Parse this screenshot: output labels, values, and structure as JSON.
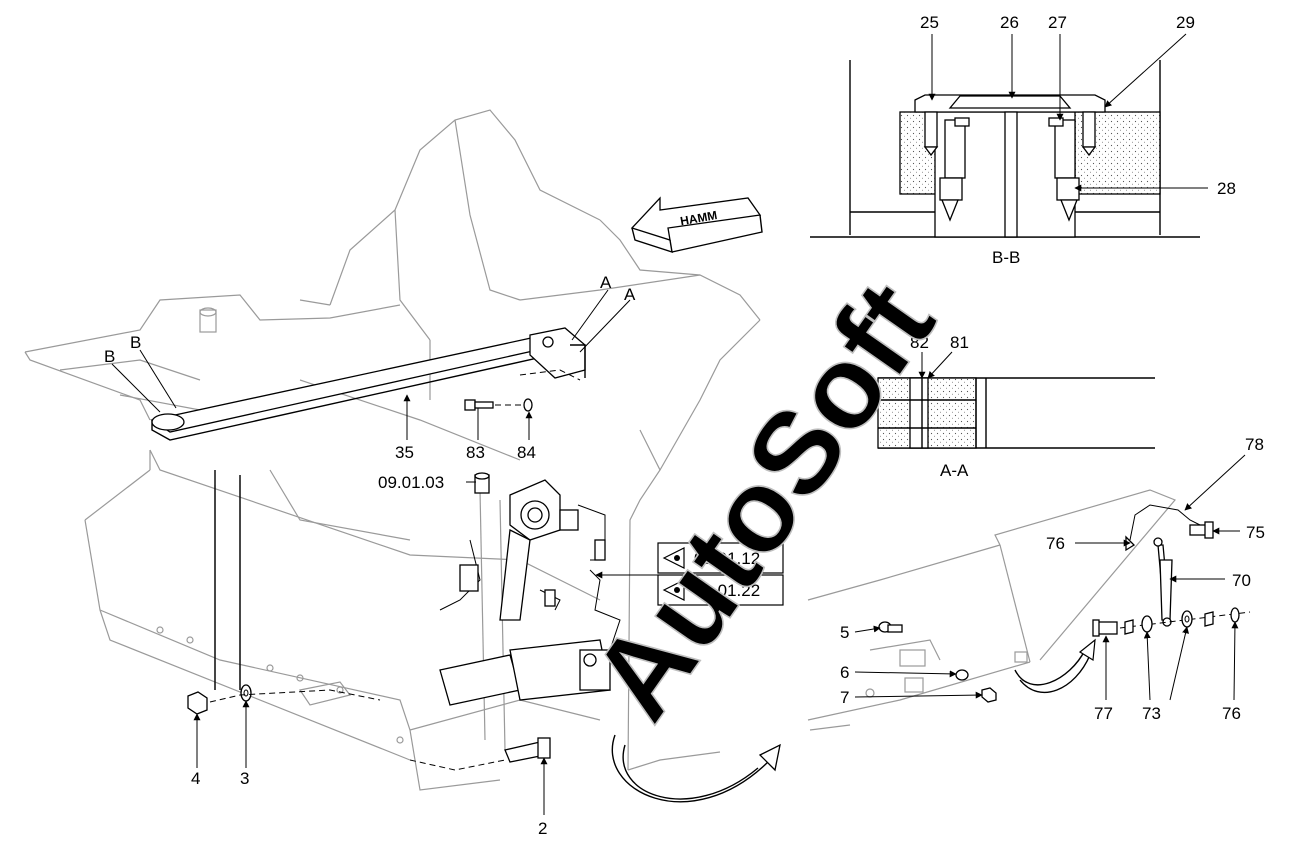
{
  "watermark": {
    "text": "AutoSoft"
  },
  "brand_arrow": {
    "text": "HAMM"
  },
  "section_views": {
    "bb": {
      "label": "B-B"
    },
    "aa": {
      "label": "A-A"
    }
  },
  "reference_labels": {
    "ref_group": "09.01.03",
    "ref_view_1": "09.01.12",
    "ref_view_2": "09.01.22"
  },
  "section_markers": [
    "A",
    "A",
    "B",
    "B"
  ],
  "part_numbers": [
    "25",
    "26",
    "27",
    "29",
    "28",
    "82",
    "81",
    "78",
    "76",
    "75",
    "70",
    "35",
    "83",
    "84",
    "5",
    "6",
    "7",
    "77",
    "73",
    "76",
    "4",
    "3",
    "2"
  ]
}
